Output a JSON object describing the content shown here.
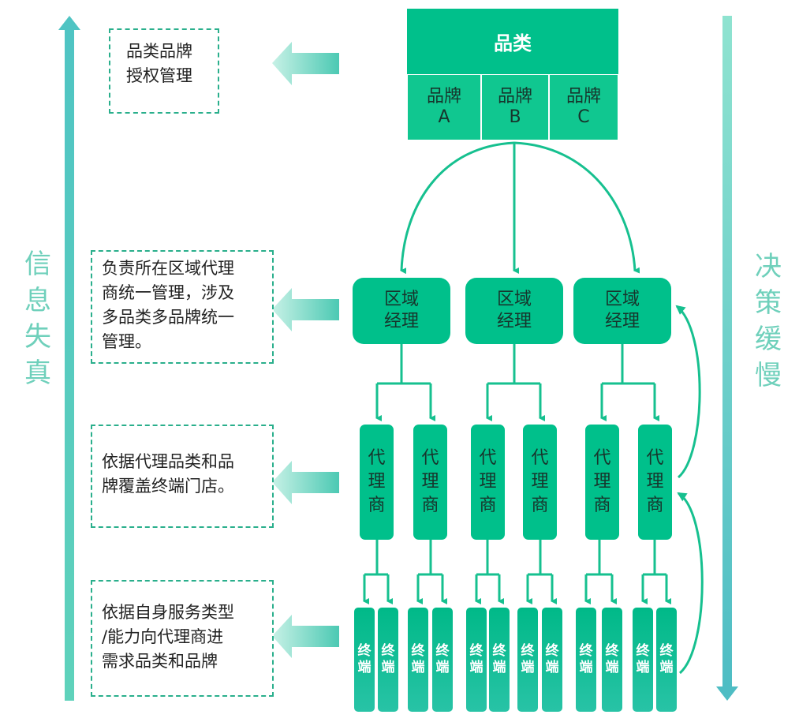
{
  "category": {
    "title": "品类",
    "brands": [
      {
        "line1": "品牌",
        "line2": "A"
      },
      {
        "line1": "品牌",
        "line2": "B"
      },
      {
        "line1": "品牌",
        "line2": "C"
      }
    ]
  },
  "managers": [
    {
      "line1": "区域",
      "line2": "经理"
    },
    {
      "line1": "区域",
      "line2": "经理"
    },
    {
      "line1": "区域",
      "line2": "经理"
    }
  ],
  "agents": [
    {
      "chars": [
        "代",
        "理",
        "商"
      ]
    },
    {
      "chars": [
        "代",
        "理",
        "商"
      ]
    },
    {
      "chars": [
        "代",
        "理",
        "商"
      ]
    },
    {
      "chars": [
        "代",
        "理",
        "商"
      ]
    },
    {
      "chars": [
        "代",
        "理",
        "商"
      ]
    },
    {
      "chars": [
        "代",
        "理",
        "商"
      ]
    }
  ],
  "terminal_chars": [
    "终",
    "端"
  ],
  "terminal_count": 12,
  "notes": [
    {
      "lines": [
        "品类品牌",
        "授权管理"
      ]
    },
    {
      "lines": [
        "负责所在区域代理",
        "商统一管理，涉及",
        "多品类多品牌统一",
        "管理。"
      ]
    },
    {
      "lines": [
        "依据代理品类和品",
        "牌覆盖终端门店。"
      ]
    },
    {
      "lines": [
        "依据自身服务类型",
        "/能力向代理商进",
        "需求品类和品牌"
      ]
    }
  ],
  "left_axis": {
    "chars": [
      "信",
      "息",
      "失",
      "真"
    ]
  },
  "right_axis": {
    "chars": [
      "决",
      "策",
      "缓",
      "慢"
    ]
  },
  "colors": {
    "primary": "#00c08b",
    "axis": "#6fd0bb",
    "note_border": "#2aaf8c"
  }
}
